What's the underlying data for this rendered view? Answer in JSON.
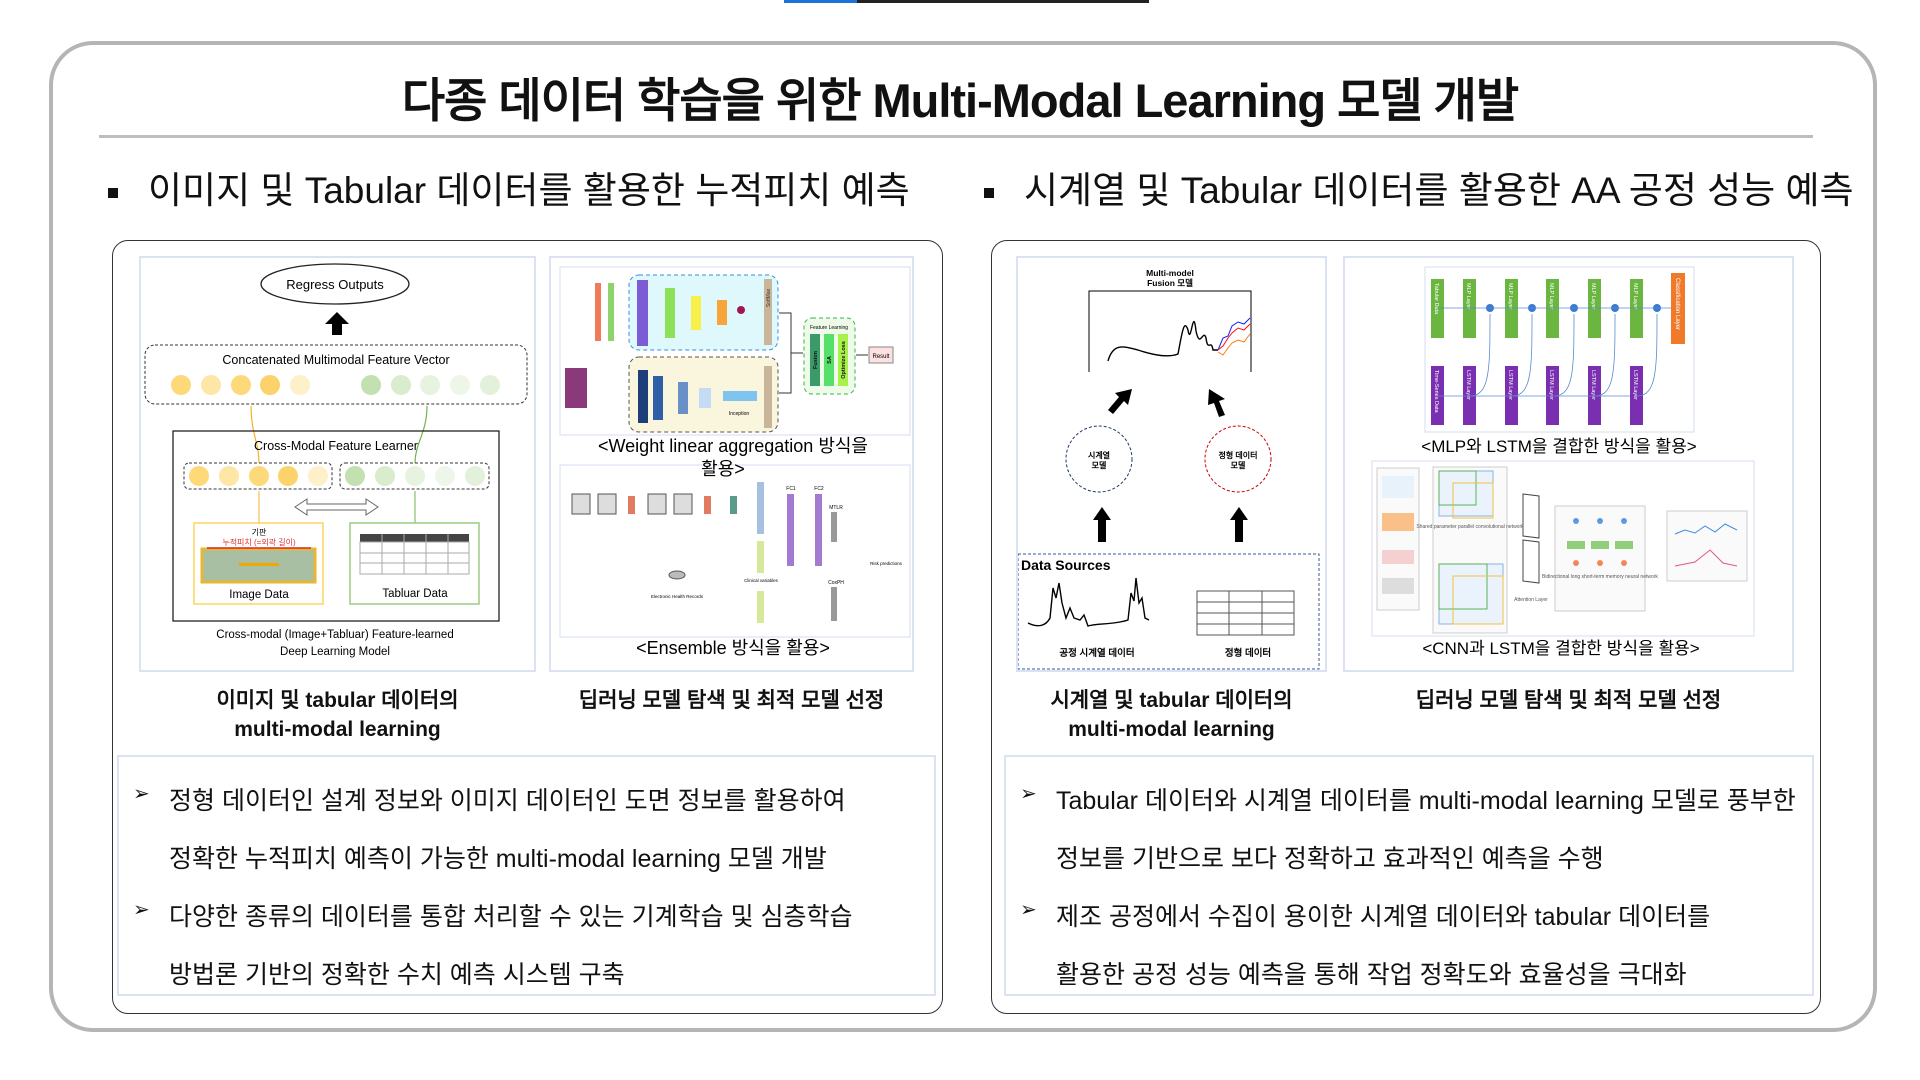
{
  "progress": {
    "fraction": 0.2,
    "color": "#1e73d8"
  },
  "title": "다종 데이터 학습을 위한 Multi-Modal Learning 모델 개발",
  "left": {
    "heading": "이미지 및 Tabular 데이터를 활용한 누적피치 예측",
    "fig1": {
      "regress": "Regress Outputs",
      "concat": "Concatenated Multimodal Feature Vector",
      "learner": "Cross-Modal Feature Learner",
      "substrate": "기판",
      "pitch": "누적피치 (=외곽 길이)",
      "image_data": "Image Data",
      "tabular_data": "Tabluar Data",
      "caption1": "Cross-modal (Image+Tabluar) Feature-learned",
      "caption2": "Deep Learning Model"
    },
    "fig2": {
      "feature_learning": "Feature Learning",
      "fusion": "Fusion",
      "sa": "SA",
      "optimize": "Optimize Loss",
      "result": "Result",
      "softmax": "SoftMax",
      "inception": "Inception",
      "caption_top1": "<Weight linear aggregation 방식을",
      "caption_top2": "활용>",
      "fc1": "FC1",
      "fc2": "FC2",
      "mtlr": "MTLR",
      "coxph": "CoxPH",
      "risk": "Risk predictions",
      "ehr": "Electronic Health Records",
      "clinical": "Clinical variables",
      "caption_bottom": "<Ensemble 방식을 활용>"
    },
    "caption_a1": "이미지 및 tabular 데이터의",
    "caption_a2": "multi-modal learning",
    "caption_b": "딥러닝 모델 탐색 및 최적 모델 선정",
    "bullets": [
      "정형 데이터인 설계 정보와 이미지 데이터인 도면 정보를 활용하여",
      "정확한 누적피치 예측이 가능한 multi-modal learning 모델 개발",
      "다양한 종류의 데이터를 통합 처리할 수 있는 기계학습 및 심층학습",
      "방법론 기반의 정확한 수치 예측 시스템 구축"
    ]
  },
  "right": {
    "heading": "시계열 및 Tabular 데이터를 활용한 AA 공정 성능 예측",
    "fig3": {
      "fusion1": "Multi-model",
      "fusion2": "Fusion 모델",
      "ts_model1": "시계열",
      "ts_model2": "모델",
      "tab_model1": "정형 데이터",
      "tab_model2": "모델",
      "sources": "Data Sources",
      "ts_data": "공정 시계열 데이터",
      "tab_data": "정형 데이터"
    },
    "fig4": {
      "tabular": "Tabular Data",
      "timeseries": "Time-Series Data",
      "mlp": "MLP Layer",
      "lstm": "LSTM Layer",
      "classification": "Classification Layer",
      "caption_top": "<MLP와 LSTM을 결합한 방식을 활용>",
      "shared": "Shared parameter parallel convolutional network",
      "attention": "Attention Layer",
      "bilstm": "Bidirectional long short-term memory neural network",
      "caption_bottom": "<CNN과 LSTM을 결합한 방식을 활용>"
    },
    "caption_a1": "시계열 및 tabular 데이터의",
    "caption_a2": "multi-modal learning",
    "caption_b": "딥러닝 모델 탐색 및 최적 모델 선정",
    "bullets": [
      "Tabular 데이터와 시계열 데이터를 multi-modal learning 모델로 풍부한",
      "정보를 기반으로 보다 정확하고 효과적인 예측을 수행",
      "제조 공정에서 수집이 용이한 시계열 데이터와 tabular 데이터를",
      "활용한 공정 성능 예측을 통해 작업 정확도와 효율성을 극대화"
    ]
  },
  "bullet_glyph": "➢"
}
